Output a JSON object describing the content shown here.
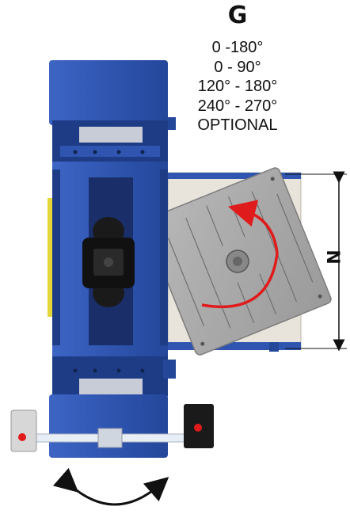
{
  "header": {
    "model_letter": "G"
  },
  "angles": [
    "0 -180°",
    "0 - 90°",
    "120° - 180°",
    "240° - 270°",
    "OPTIONAL"
  ],
  "dimension": {
    "label": "N"
  },
  "colors": {
    "frame_blue": "#2f55b0",
    "frame_blue_dark": "#1e3c86",
    "table_gray": "#a9a9a9",
    "rotation_arrow": "#e01b1b",
    "clamp_black": "#1a1a1a",
    "accent_yellow": "#e5d63a"
  },
  "icons": {
    "rotation_indicator": "curved-double-arrow-icon",
    "table_rotation": "curved-arrow-icon"
  }
}
